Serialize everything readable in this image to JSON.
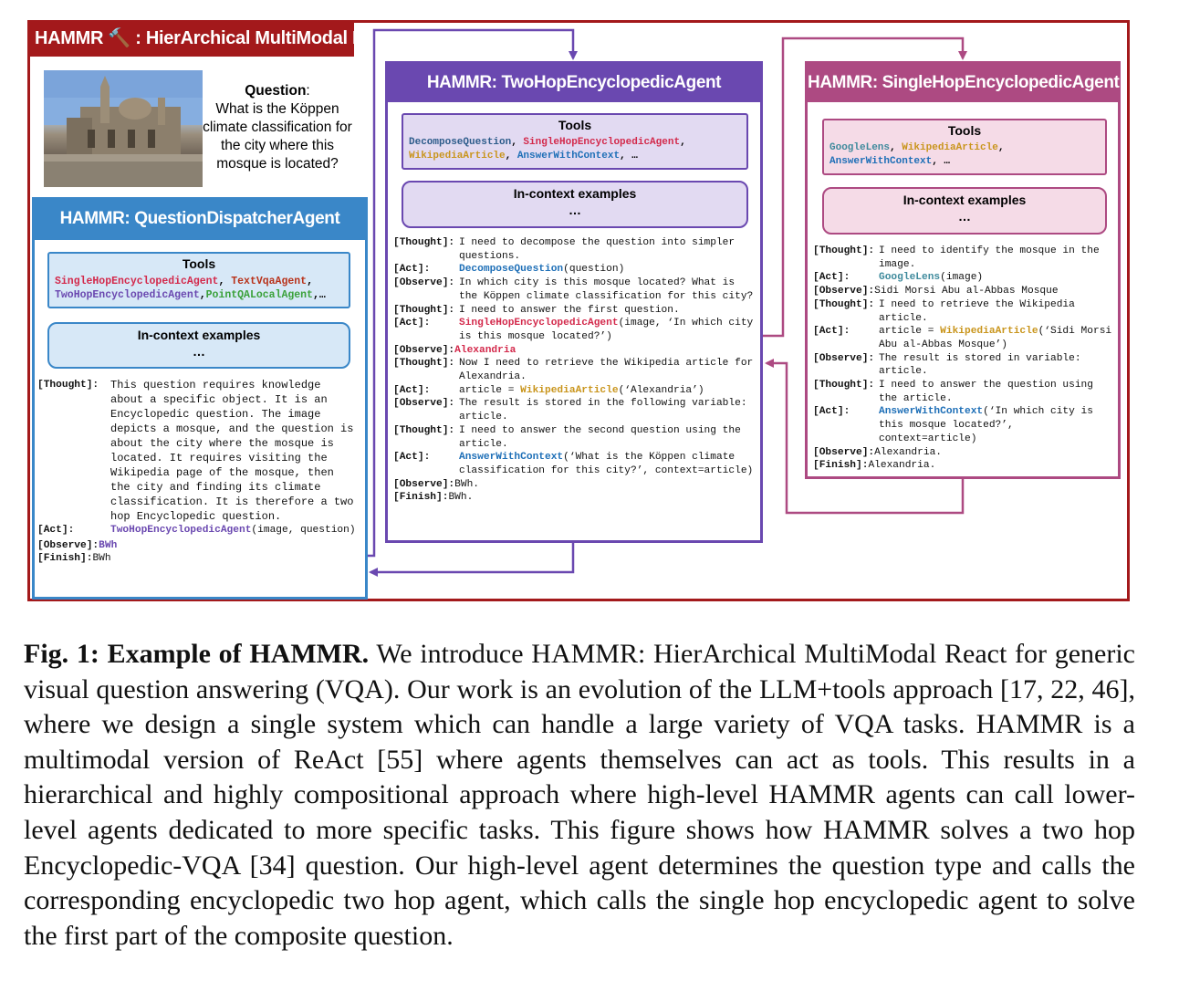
{
  "title": "HAMMR 🔨 : HierArchical MultiModal React",
  "question": {
    "label": "Question",
    "text": "What is the Köppen climate classification for the city where this mosque is located?"
  },
  "dispatcher": {
    "header": "HAMMR: QuestionDispatcherAgent",
    "tools_title": "Tools",
    "tools": [
      "SingleHopEncyclopedicAgent",
      "TextVqaAgent",
      "TwoHopEncyclopedicAgent",
      "PointQALocalAgent",
      "…"
    ],
    "ice_title": "In-context examples",
    "ice_dots": "…",
    "trace": {
      "thought_key": "[Thought]:",
      "thought": "This question requires knowledge about a specific object. It is an Encyclopedic question. The image depicts a mosque, and the question is about the city where the mosque is located. It requires visiting the Wikipedia page of the mosque, then the city and finding its climate classification. It is therefore a two hop Encyclopedic question.",
      "act_key": "[Act]:",
      "act_call": "TwoHopEncyclopedicAgent",
      "act_args": "(image, question)",
      "observe_key": "[Observe]:",
      "observe": "BWh",
      "finish_key": "[Finish]:",
      "finish": "BWh"
    }
  },
  "twohop": {
    "header": "HAMMR: TwoHopEncyclopedicAgent",
    "tools_title": "Tools",
    "tools": [
      "DecomposeQuestion",
      "SingleHopEncyclopedicAgent",
      "WikipediaArticle",
      "AnswerWithContext",
      "…"
    ],
    "ice_title": "In-context examples",
    "ice_dots": "…",
    "trace": {
      "t1": "I need to decompose the question into simpler questions.",
      "a1_call": "DecomposeQuestion",
      "a1_args": "(question)",
      "o1": "In which city is this mosque located? What is the Köppen climate classification for this city?",
      "t2": "I need to answer the first question.",
      "a2_call": "SingleHopEncyclopedicAgent",
      "a2_args": "(image, ‘In which city is this mosque located?’)",
      "o2": "Alexandria",
      "t3": "Now I need to retrieve the Wikipedia article for Alexandria.",
      "a3_pre": "article = ",
      "a3_call": "WikipediaArticle",
      "a3_args": "(‘Alexandria’)",
      "o3": "The result is stored in the following variable: article.",
      "t4": "I need to answer the second question using the article.",
      "a4_call": "AnswerWithContext",
      "a4_args": "(‘What is the Köppen climate classification for this city?’, context=article)",
      "o4": "BWh.",
      "finish": "BWh."
    }
  },
  "singlehop": {
    "header": "HAMMR: SingleHopEncyclopedicAgent",
    "tools_title": "Tools",
    "tools": [
      "GoogleLens",
      "WikipediaArticle",
      "AnswerWithContext",
      "…"
    ],
    "ice_title": "In-context examples",
    "ice_dots": "…",
    "trace": {
      "t1": "I need to identify the mosque in the image.",
      "a1_call": "GoogleLens",
      "a1_args": "(image)",
      "o1": "Sidi Morsi Abu al-Abbas Mosque",
      "t2": "I need to retrieve the Wikipedia article.",
      "a2_pre": "article = ",
      "a2_call": "WikipediaArticle",
      "a2_args": "(‘Sidi Morsi Abu al-Abbas Mosque’)",
      "o2": "The result is stored in variable: article.",
      "t3": "I need to answer the question using the article.",
      "a3_call": "AnswerWithContext",
      "a3_args": "(‘In which city is this mosque located?’, context=article)",
      "o3": "Alexandria.",
      "finish": "Alexandria."
    }
  },
  "keys": {
    "thought": "[Thought]:",
    "act": "[Act]:",
    "observe": "[Observe]:",
    "finish": "[Finish]:"
  },
  "caption": {
    "label": "Fig. 1: Example of HAMMR.",
    "text": "We introduce HAMMR: HierArchical MultiModal React for generic visual question answering (VQA). Our work is an evolution of the LLM+tools approach [17, 22, 46], where we design a single system which can handle a large variety of VQA tasks. HAMMR is a multimodal version of ReAct [55] where agents themselves can act as tools. This results in a hierarchical and highly compositional approach where high-level HAMMR agents can call lower-level agents dedicated to more specific tasks. This figure shows how HAMMR solves a two hop Encyclopedic-VQA [34] question. Our high-level agent determines the question type and calls the corresponding encyclopedic two hop agent, which calls the single hop encyclopedic agent to solve the first part of the composite question."
  },
  "colors": {
    "outer": "#a3191b",
    "dispatcher": "#3a87c8",
    "twohop": "#6a48b0",
    "singlehop": "#ad4a82"
  }
}
